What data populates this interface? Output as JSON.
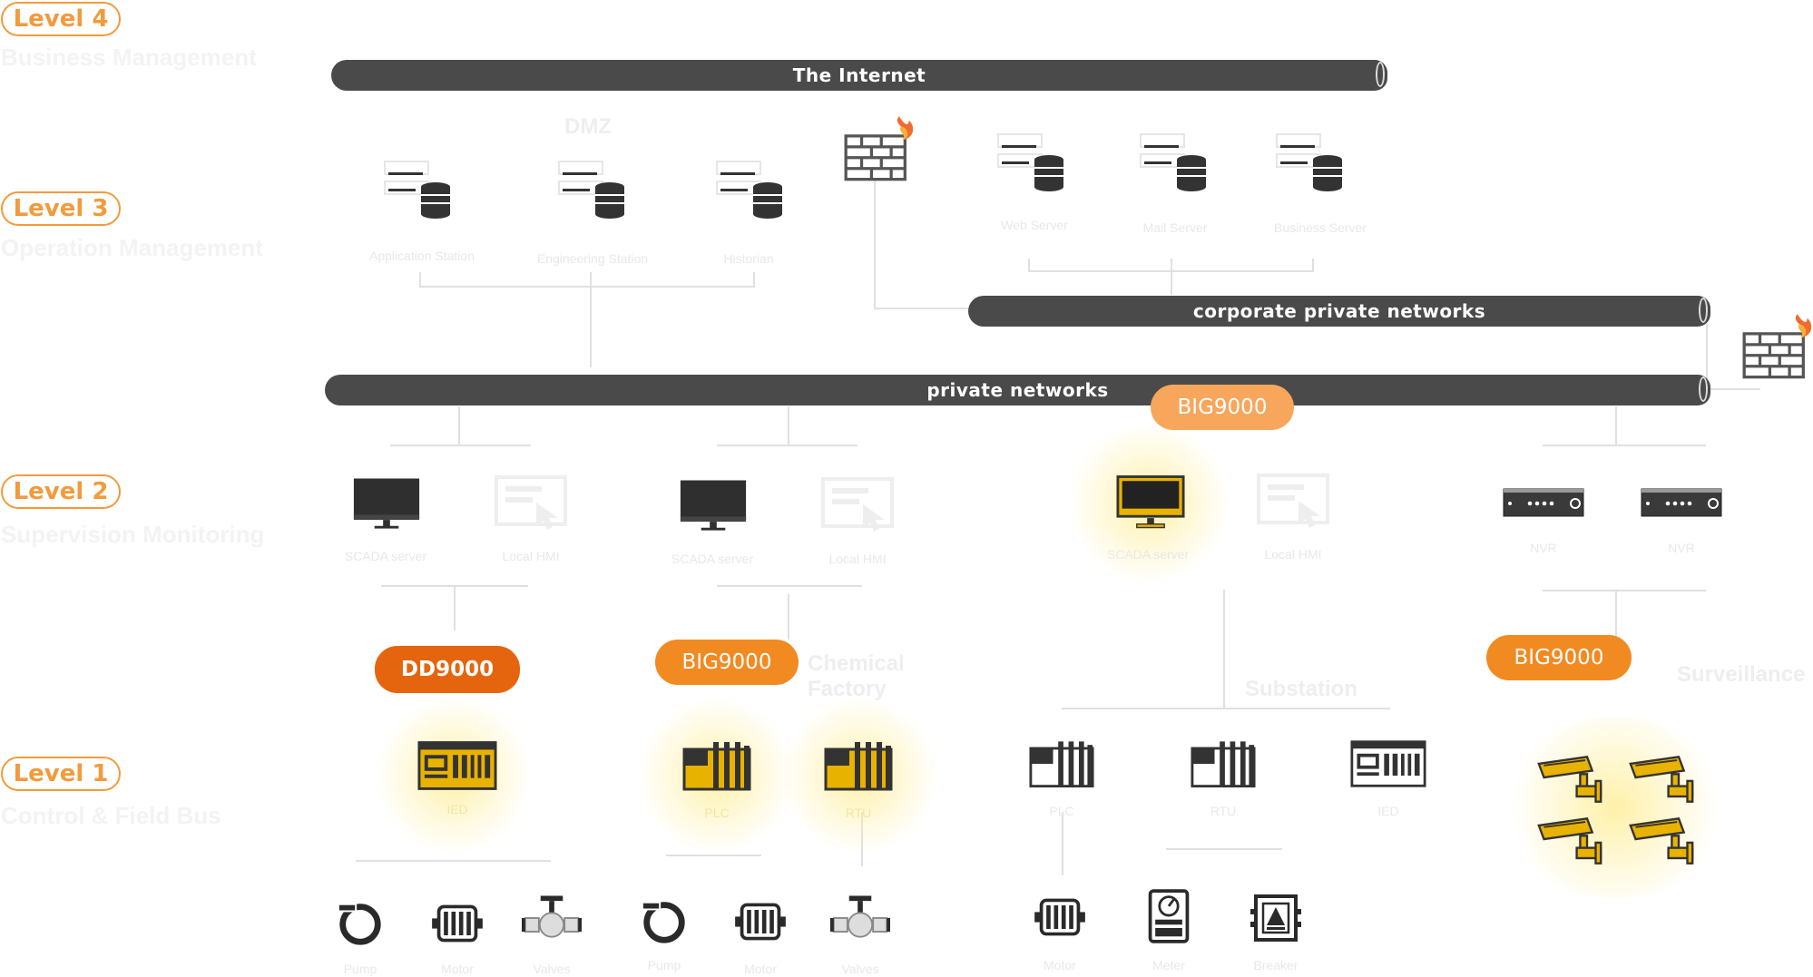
{
  "levels": [
    {
      "badge": "Level 4",
      "subtitle": "Business Management"
    },
    {
      "badge": "Level 3",
      "subtitle": "Operation Management"
    },
    {
      "badge": "Level 2",
      "subtitle": "Supervision Monitoring"
    },
    {
      "badge": "Level 1",
      "subtitle": "Control & Field Bus"
    }
  ],
  "buses": {
    "internet": "The Internet",
    "corporate": "corporate private networks",
    "private": "private networks"
  },
  "zones": {
    "dmz": "DMZ",
    "chemical": "Chemical Factory",
    "substation": "Substation",
    "surveillance": "Surveillance"
  },
  "servers": {
    "level3_left": [
      "Application Station",
      "Engineering Station",
      "Historian"
    ],
    "level3_right": [
      "Web Server",
      "Mail Server",
      "Business Server"
    ]
  },
  "level2": {
    "group1": [
      "SCADA server",
      "Local HMI"
    ],
    "group2": [
      "SCADA server",
      "Local HMI"
    ],
    "group3": [
      "SCADA server",
      "Local HMI"
    ],
    "group4": [
      "NVR",
      "NVR"
    ]
  },
  "products": {
    "big_top": "BIG9000",
    "dd": "DD9000",
    "big_chem": "BIG9000",
    "big_surv": "BIG9000"
  },
  "level1": {
    "group1": [
      "IED"
    ],
    "group2": [
      "PLC",
      "RTU"
    ],
    "group3": [
      "PLC",
      "RTU",
      "IED"
    ]
  },
  "field": {
    "group1": [
      "Pump",
      "Motor",
      "Valves"
    ],
    "group2": [
      "Pump",
      "Motor",
      "Valves"
    ],
    "group3": [
      "Motor",
      "Meter",
      "Breaker"
    ]
  },
  "colors": {
    "accent": "#f39a3c",
    "bus": "#4a4a4a",
    "highlight": "#f5c518",
    "device": "#333333"
  }
}
